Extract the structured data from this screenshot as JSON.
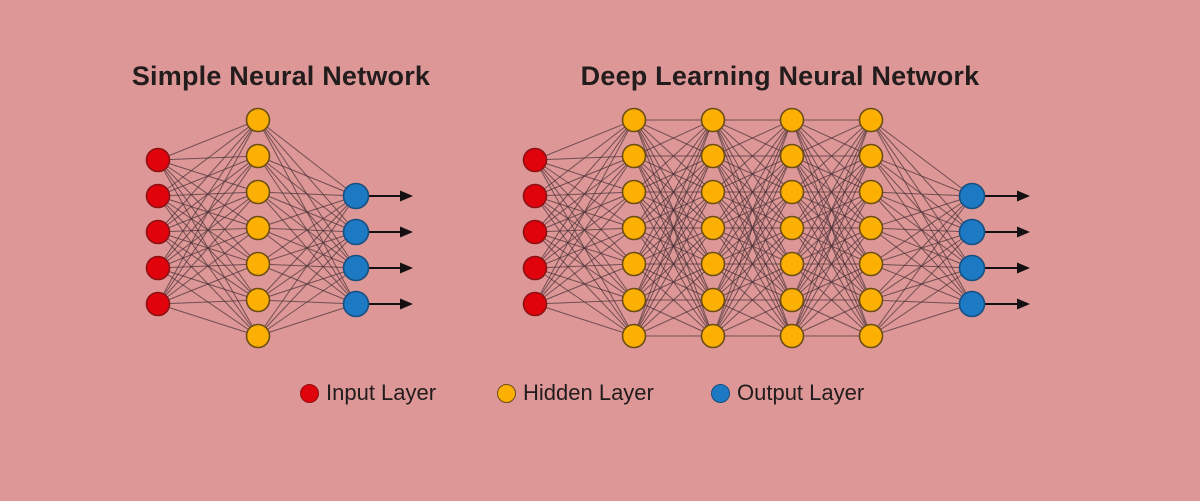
{
  "background_color": "#dd9796",
  "text_color": "#221c1d",
  "edge_color": "#452f35",
  "arrow_color": "#151112",
  "node_colors": {
    "input": {
      "fill": "#e0030c",
      "stroke": "#8c1115"
    },
    "hidden": {
      "fill": "#fcb004",
      "stroke": "#6d4c16"
    },
    "output": {
      "fill": "#1e79c5",
      "stroke": "#15507f"
    }
  },
  "networks": [
    {
      "title": "Simple Neural Network",
      "layers": [
        {
          "type": "input",
          "count": 5
        },
        {
          "type": "hidden",
          "count": 7
        },
        {
          "type": "output",
          "count": 4,
          "arrows": true
        }
      ]
    },
    {
      "title": "Deep Learning Neural Network",
      "layers": [
        {
          "type": "input",
          "count": 5
        },
        {
          "type": "hidden",
          "count": 7
        },
        {
          "type": "hidden",
          "count": 7
        },
        {
          "type": "hidden",
          "count": 7
        },
        {
          "type": "hidden",
          "count": 7
        },
        {
          "type": "output",
          "count": 4,
          "arrows": true
        }
      ]
    }
  ],
  "legend": [
    {
      "label": "Input Layer",
      "type": "input"
    },
    {
      "label": "Hidden Layer",
      "type": "hidden"
    },
    {
      "label": "Output Layer",
      "type": "output"
    }
  ]
}
